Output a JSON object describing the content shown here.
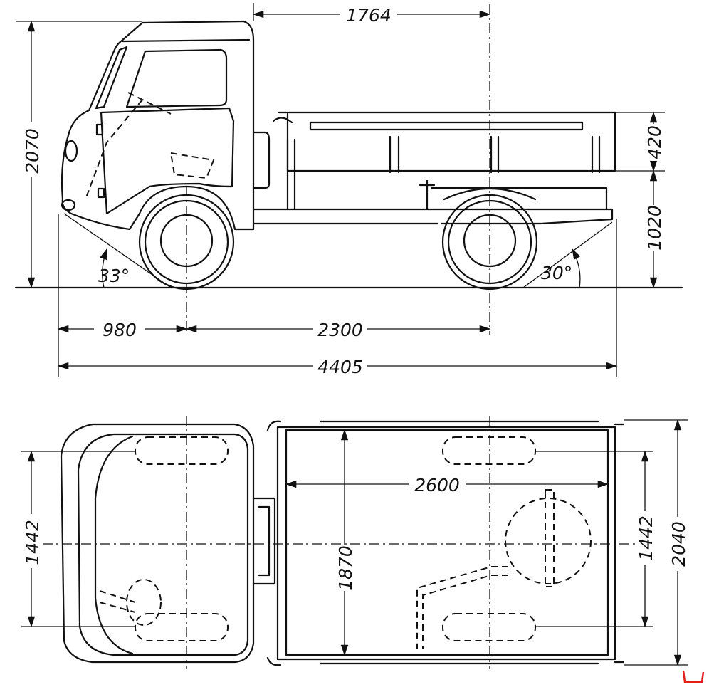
{
  "side_view": {
    "cargo_body_length": "1764",
    "overall_height": "2070",
    "side_board_height": "420",
    "floor_height": "1020",
    "approach_angle": "33°",
    "departure_angle": "30°",
    "front_overhang": "980",
    "wheelbase": "2300",
    "overall_length": "4405"
  },
  "top_view": {
    "front_track": "1442",
    "rear_track": "1442",
    "inner_length": "2600",
    "inner_width": "1870",
    "overall_width": "2040"
  }
}
